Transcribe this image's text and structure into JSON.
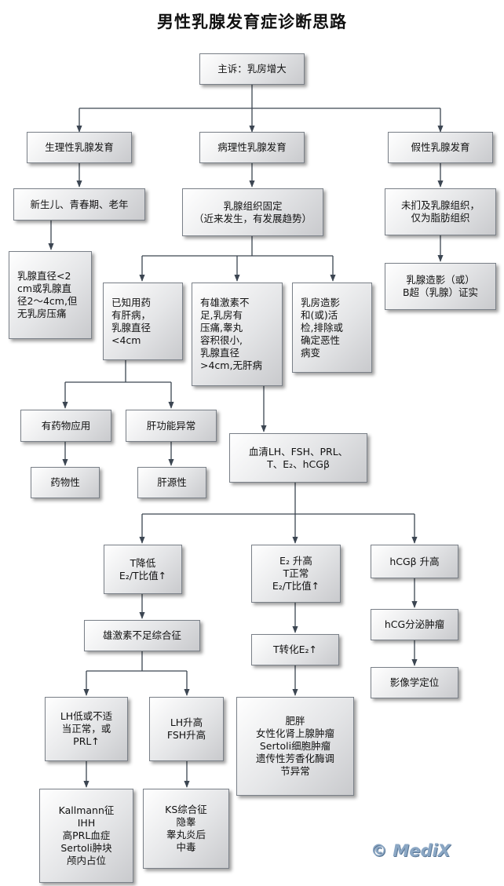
{
  "title": "男性乳腺发育症诊断思路",
  "nodes": {
    "chief_complaint": "主诉：乳房增大",
    "physiological": "生理性乳腺发育",
    "pathological": "病理性乳腺发育",
    "pseudo": "假性乳腺发育",
    "physio_ages": "新生儿、青春期、老年",
    "physio_criteria": "乳腺直径<2\ncm或乳腺直\n径2～4cm,但\n无乳房压痛",
    "patho_fixed": "乳腺组织固定\n（近来发生，有发展趋势）",
    "pseudo_fat": "未扪及乳腺组织，\n仅为脂肪组织",
    "pseudo_confirm": "乳腺造影（或）\nB超（乳腺）证实",
    "known_drug_liver": "已知用药\n有肝病，\n乳腺直径\n<4cm",
    "androgen_deficiency_signs": "有雄激素不\n足,乳房有\n压痛,睾丸\n容积很小,\n乳腺直径\n>4cm,无肝病",
    "biopsy": "乳房造影\n和(或)活\n检,排除或\n确定恶性\n病变",
    "drug_use": "有药物应用",
    "liver_abnormal": "肝功能异常",
    "drug_induced": "药物性",
    "liver_induced": "肝源性",
    "serum_tests": "血清LH、FSH、PRL、\nT、E₂、hCGβ",
    "t_low": "T降低\nE₂/T比值↑",
    "e2_high": "E₂ 升高\nT正常\nE₂/T比值↑",
    "hcg_high": "hCGβ 升高",
    "hypogonadism": "雄激素不足综合征",
    "aromatization": "T转化E₂↑",
    "hcg_tumor": "hCG分泌肿瘤",
    "imaging": "影像学定位",
    "lh_low": "LH低或不适\n当正常，或\nPRL↑",
    "lh_high": "LH升高\nFSH升高",
    "e2_causes": "肥胖\n女性化肾上腺肿瘤\nSertoli细胞肿瘤\n遗传性芳香化酶调\n节异常",
    "lh_low_causes": "Kallmann征\nIHH\n高PRL血症\nSertoli肿块\n颅内占位",
    "lh_high_causes": "KS综合征\n隐睾\n睾丸炎后\n中毒"
  },
  "watermark": "© MediX",
  "colors": {
    "line": "#3c4652",
    "node_border": "#7a8088"
  }
}
